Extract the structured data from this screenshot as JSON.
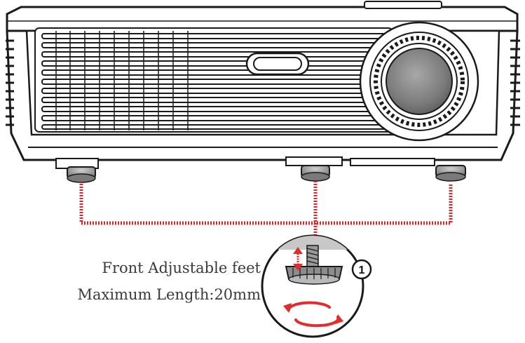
{
  "diagram": {
    "labels": {
      "feet_title": "Front Adjustable feet",
      "max_length": "Maximum Length:20mm",
      "callout_number": "1"
    },
    "colors": {
      "connector": "#d9252b",
      "arrow": "#e32c2c",
      "body_outline": "#1a1a1a",
      "lens": "#7d7d7d"
    },
    "icons": [
      "projector-illustration",
      "adjustable-foot-icon",
      "rotate-arrows-icon",
      "height-arrow-icon"
    ]
  }
}
